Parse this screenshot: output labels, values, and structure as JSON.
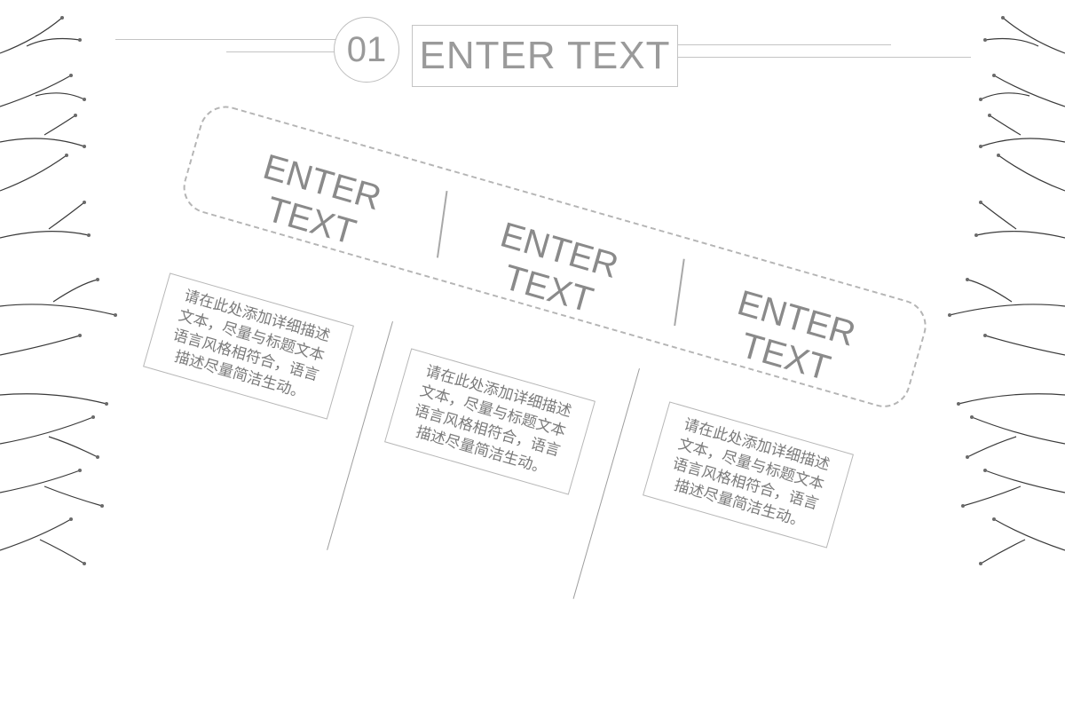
{
  "header": {
    "number": "01",
    "title": "ENTER TEXT"
  },
  "items": [
    {
      "title": "ENTER  TEXT",
      "description": [
        "请在此处添加详细描述",
        "文本，尽量与标题文本",
        "语言风格相符合，语言",
        "描述尽量简洁生动。"
      ]
    },
    {
      "title": "ENTER  TEXT",
      "description": [
        "请在此处添加详细描述",
        "文本，尽量与标题文本",
        "语言风格相符合，语言",
        "描述尽量简洁生动。"
      ]
    },
    {
      "title": "ENTER  TEXT",
      "description": [
        "请在此处添加详细描述",
        "文本，尽量与标题文本",
        "语言风格相符合，语言",
        "描述尽量简洁生动。"
      ]
    }
  ],
  "colors": {
    "line": "#c4c4c4",
    "text": "#8a8a8a",
    "branch": "#3a3a3a"
  },
  "decoration": {
    "left": "dried-gypsophila-branch-icon",
    "right": "dried-gypsophila-branch-icon"
  }
}
